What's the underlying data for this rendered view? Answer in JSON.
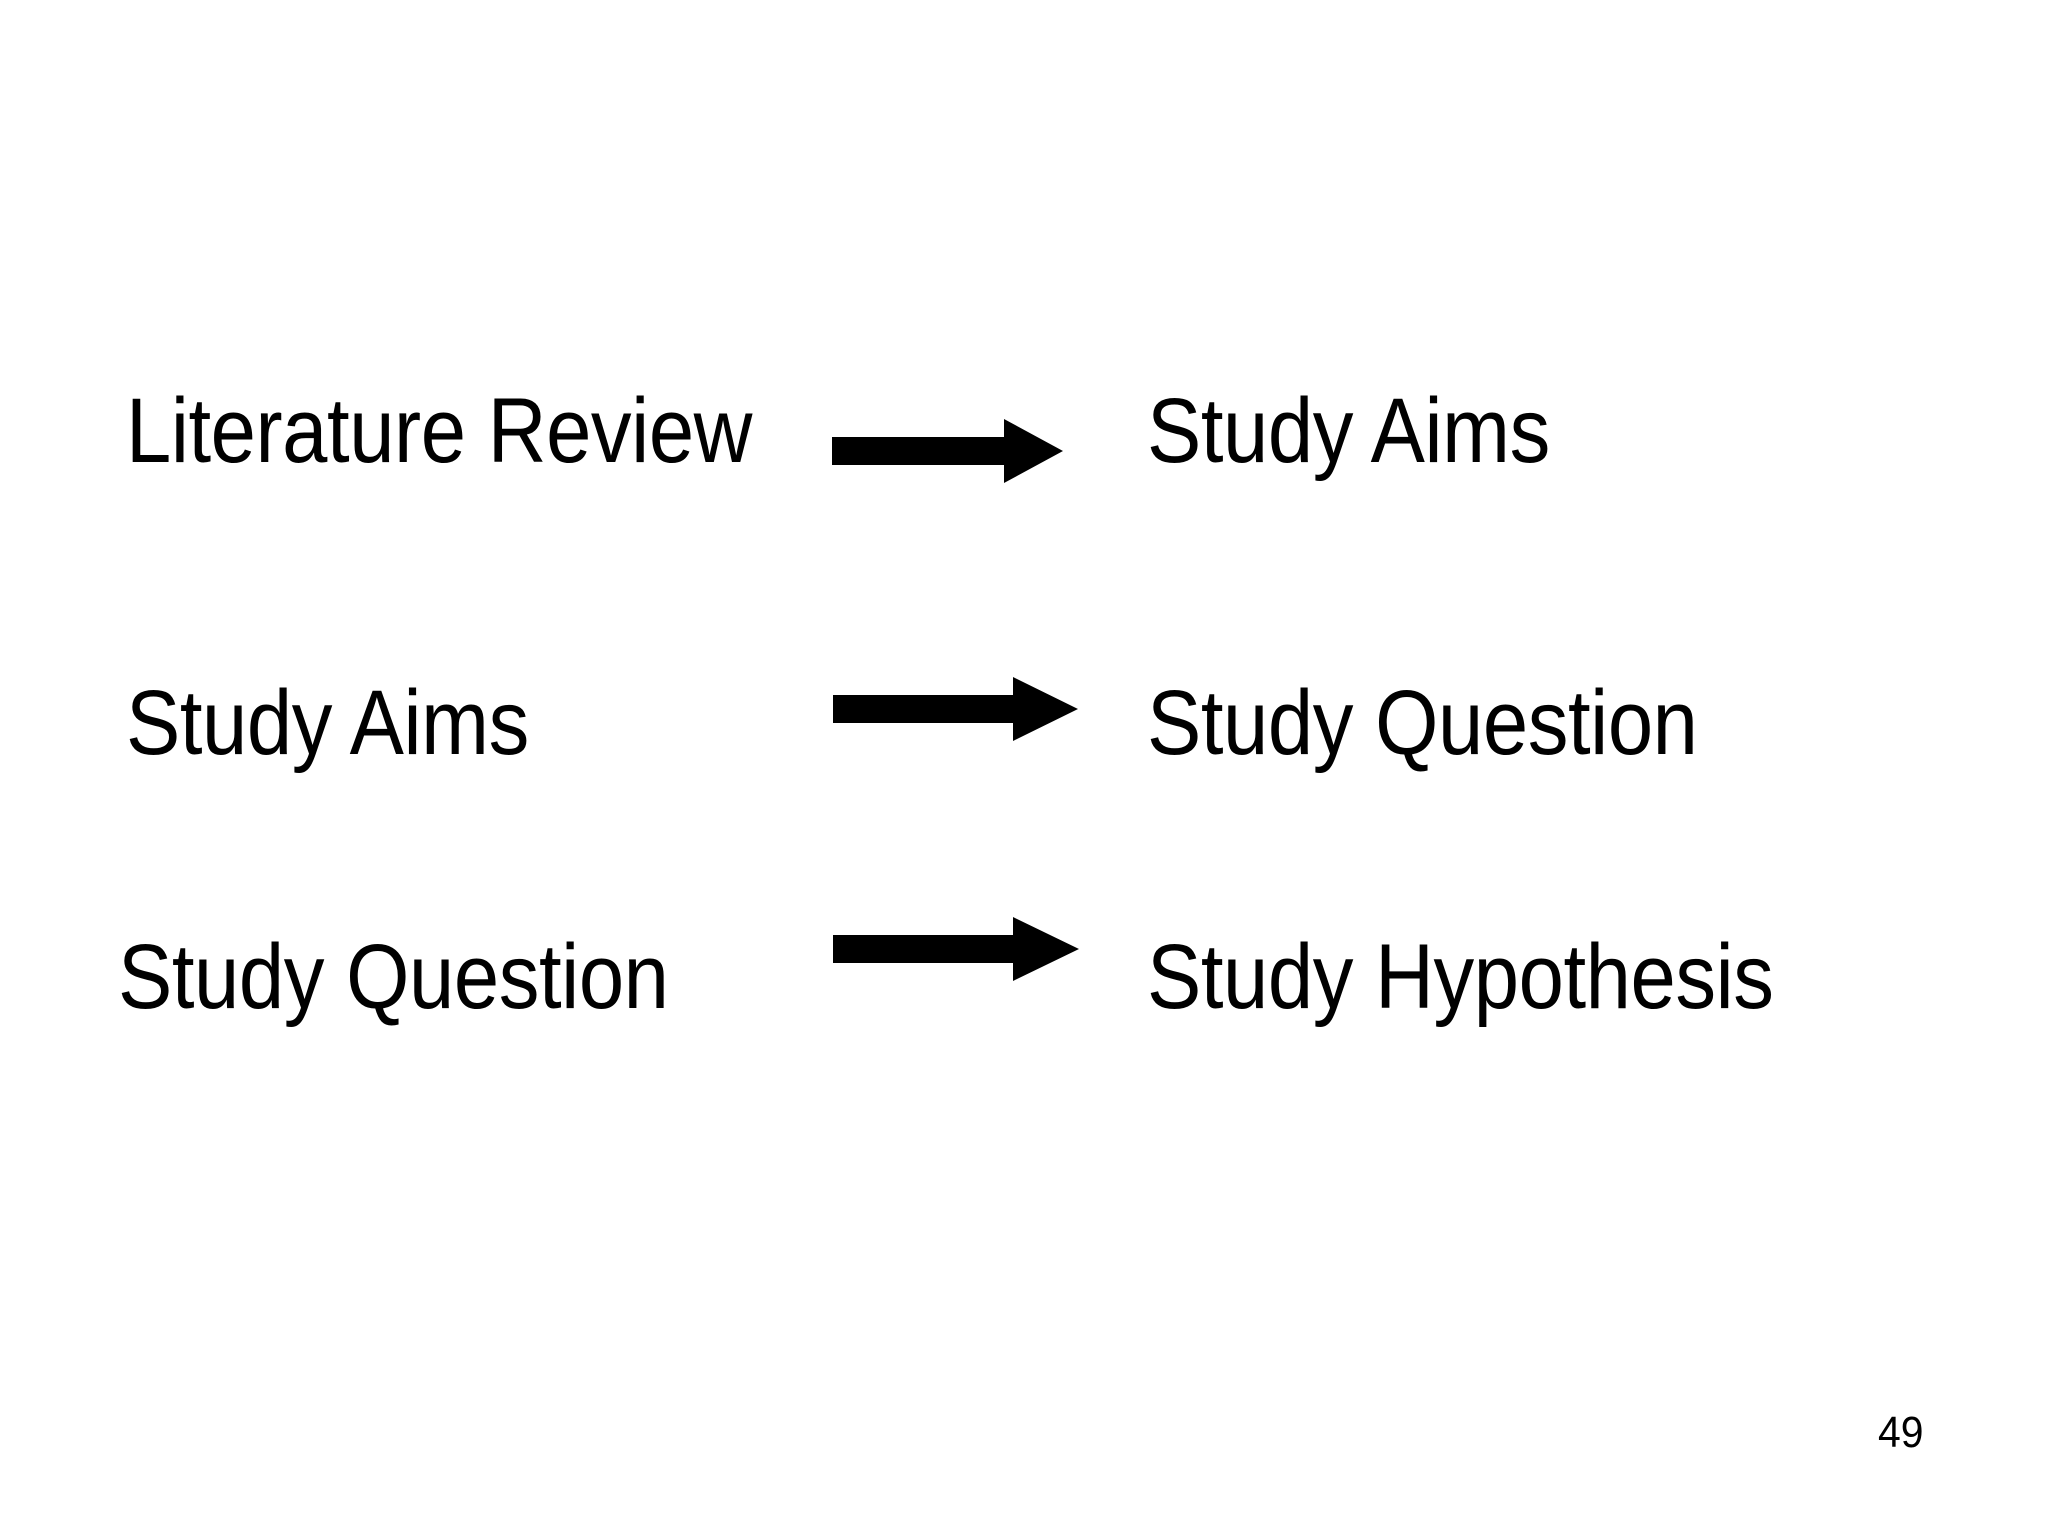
{
  "slide": {
    "page_number": "49",
    "background_color": "#ffffff",
    "text_color": "#000000"
  },
  "diagram": {
    "type": "flow",
    "arrow_icon_name": "right-block-arrow-icon",
    "rows": [
      {
        "id": "row-1",
        "source": "Literature Review",
        "arrow": "→",
        "target": "Study Aims"
      },
      {
        "id": "row-2",
        "source": "Study Aims",
        "arrow": "→",
        "target": "Study Question"
      },
      {
        "id": "row-3",
        "source": "Study Question",
        "arrow": "→",
        "target": "Study Hypothesis"
      }
    ]
  }
}
